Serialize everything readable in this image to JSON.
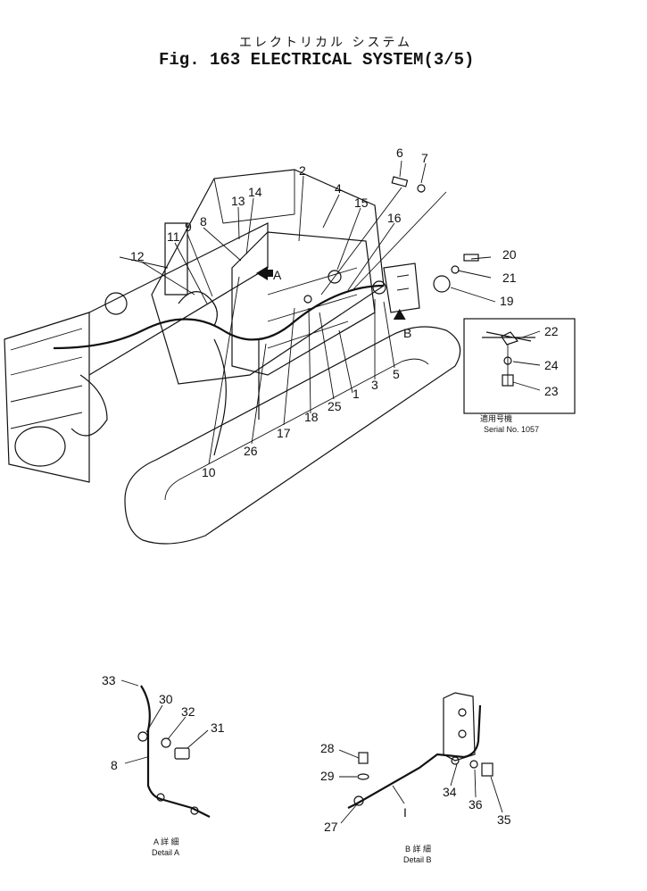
{
  "title_jp": "エレクトリカル システム",
  "title_en": "Fig. 163 ELECTRICAL SYSTEM(3/5)",
  "inset_note_jp": "適用号機",
  "inset_serial": "Serial No. 1057",
  "detail_a_jp": "A 詳 細",
  "detail_a_en": "Detail A",
  "detail_b_jp": "B 詳 細",
  "detail_b_en": "Detail B",
  "view_marker_a": "A",
  "view_marker_b": "B",
  "callouts": [
    "1",
    "2",
    "3",
    "4",
    "5",
    "6",
    "7",
    "8",
    "9",
    "10",
    "11",
    "12",
    "13",
    "14",
    "15",
    "16",
    "17",
    "18",
    "19",
    "20",
    "21",
    "22",
    "23",
    "24",
    "25",
    "26",
    "27",
    "28",
    "29",
    "30",
    "31",
    "32",
    "33",
    "34",
    "35",
    "36"
  ],
  "detail_a_callouts": [
    "33",
    "30",
    "32",
    "31",
    "8"
  ],
  "detail_b_callouts": [
    "28",
    "29",
    "27",
    "I",
    "34",
    "36",
    "35"
  ]
}
